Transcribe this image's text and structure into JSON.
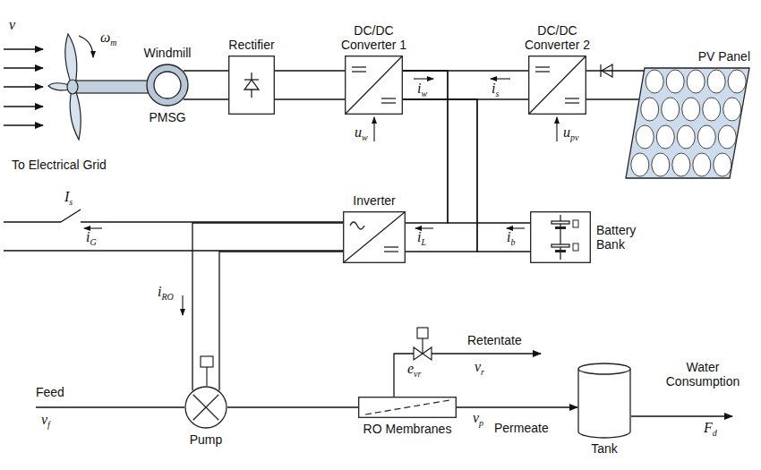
{
  "diagram": {
    "nodes": [
      {
        "text": [
          "Windmill",
          "PMSG"
        ]
      },
      {
        "text": [
          "Rectifier"
        ]
      },
      {
        "text": [
          "DC/DC Converter 1"
        ]
      },
      {
        "text": [
          "DC/DC Converter 2"
        ]
      },
      {
        "text": [
          "PV Panel"
        ]
      },
      {
        "text": [
          "Inverter"
        ]
      },
      {
        "text": [
          "Battery Bank"
        ]
      },
      {
        "text": [
          "Pump"
        ]
      },
      {
        "text": [
          "RO Membranes"
        ]
      },
      {
        "text": [
          "Tank"
        ]
      }
    ],
    "edges": [
      {
        "from": 0,
        "to": 1,
        "arrow": "none"
      },
      {
        "from": 1,
        "to": 2,
        "arrow": "none"
      },
      {
        "from": 2,
        "to": 3,
        "arrow": "none"
      },
      {
        "from": 3,
        "to": 4,
        "arrow": "none"
      },
      {
        "from": 2,
        "to": 5,
        "arrow": "none"
      },
      {
        "from": 2,
        "to": 6,
        "arrow": "none"
      },
      {
        "from": 5,
        "to": 7,
        "arrow": "none"
      },
      {
        "from": 7,
        "to": 8,
        "arrow": "none"
      },
      {
        "from": 8,
        "to": 9,
        "arrow": "to"
      }
    ],
    "labels": [
      "v",
      "ωm",
      "iw",
      "is",
      "uw",
      "upv",
      "To Electrical Grid",
      "Is",
      "iG",
      "iL",
      "ib",
      "iRO",
      "evr",
      "Retentate",
      "vr",
      "Feed",
      "vf",
      "vp",
      "Permeate",
      "Water Consumption",
      "Fd"
    ]
  }
}
